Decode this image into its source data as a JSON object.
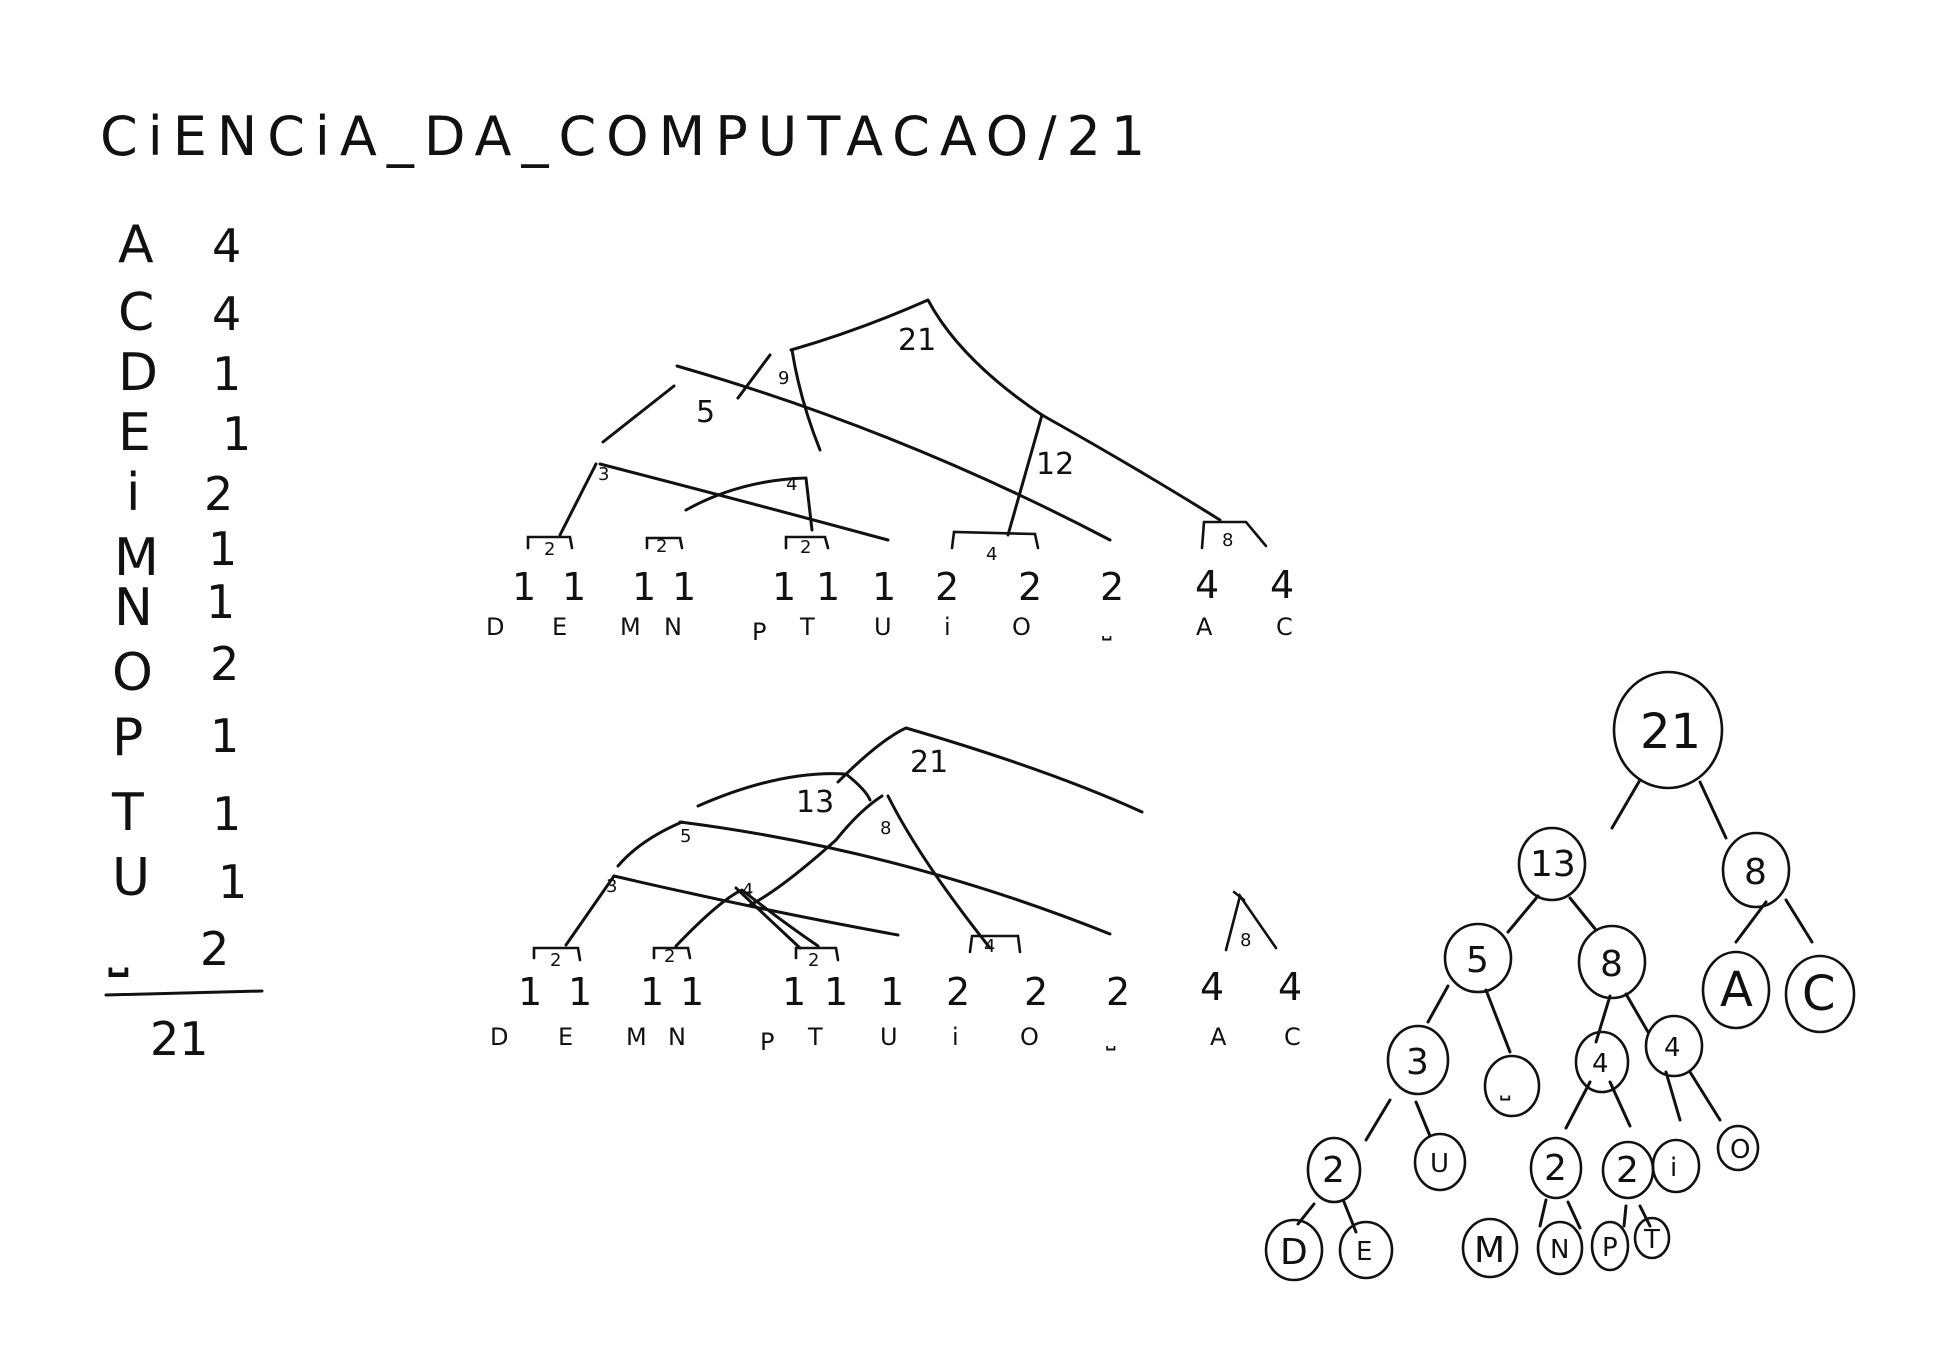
{
  "title": "CiENCiA_DA_COMPUTACAO/21",
  "frequency_table": {
    "rows": [
      {
        "symbol": "A",
        "count": "4"
      },
      {
        "symbol": "C",
        "count": "4"
      },
      {
        "symbol": "D",
        "count": "1"
      },
      {
        "symbol": "E",
        "count": "1"
      },
      {
        "symbol": "i",
        "count": "2"
      },
      {
        "symbol": "M",
        "count": "1"
      },
      {
        "symbol": "N",
        "count": "1"
      },
      {
        "symbol": "O",
        "count": "2"
      },
      {
        "symbol": "P",
        "count": "1"
      },
      {
        "symbol": "T",
        "count": "1"
      },
      {
        "symbol": "U",
        "count": "1"
      },
      {
        "symbol": "⎵",
        "count": "2"
      }
    ],
    "total": "21"
  },
  "leaf_row_1": {
    "counts": [
      "1",
      "1",
      "1",
      "1",
      "1",
      "1",
      "1",
      "2",
      "2",
      "2",
      "4",
      "4"
    ],
    "labels": [
      "D",
      "E",
      "M",
      "N",
      "P",
      "T",
      "U",
      "i",
      "O",
      "⎵",
      "A",
      "C"
    ],
    "pair_weights": [
      "2",
      "2",
      "2",
      "4",
      "8"
    ],
    "internal_weights": [
      "21",
      "9",
      "5",
      "12",
      "3",
      "4"
    ]
  },
  "leaf_row_2": {
    "counts": [
      "1",
      "1",
      "1",
      "1",
      "1",
      "1",
      "1",
      "2",
      "2",
      "2",
      "4",
      "4"
    ],
    "labels": [
      "D",
      "E",
      "M",
      "N",
      "P",
      "T",
      "U",
      "i",
      "O",
      "⎵",
      "A",
      "C"
    ],
    "pair_weights": [
      "2",
      "2",
      "2",
      "4",
      "8"
    ],
    "internal_weights": [
      "21",
      "13",
      "8",
      "5",
      "3",
      "4"
    ]
  },
  "final_tree": {
    "root": "21",
    "nodes": [
      "13",
      "8",
      "5",
      "8",
      "A",
      "C",
      "3",
      "⎵",
      "4",
      "4",
      "2",
      "U",
      "2",
      "2",
      "i",
      "O",
      "D",
      "E",
      "M",
      "N",
      "P",
      "T"
    ]
  }
}
